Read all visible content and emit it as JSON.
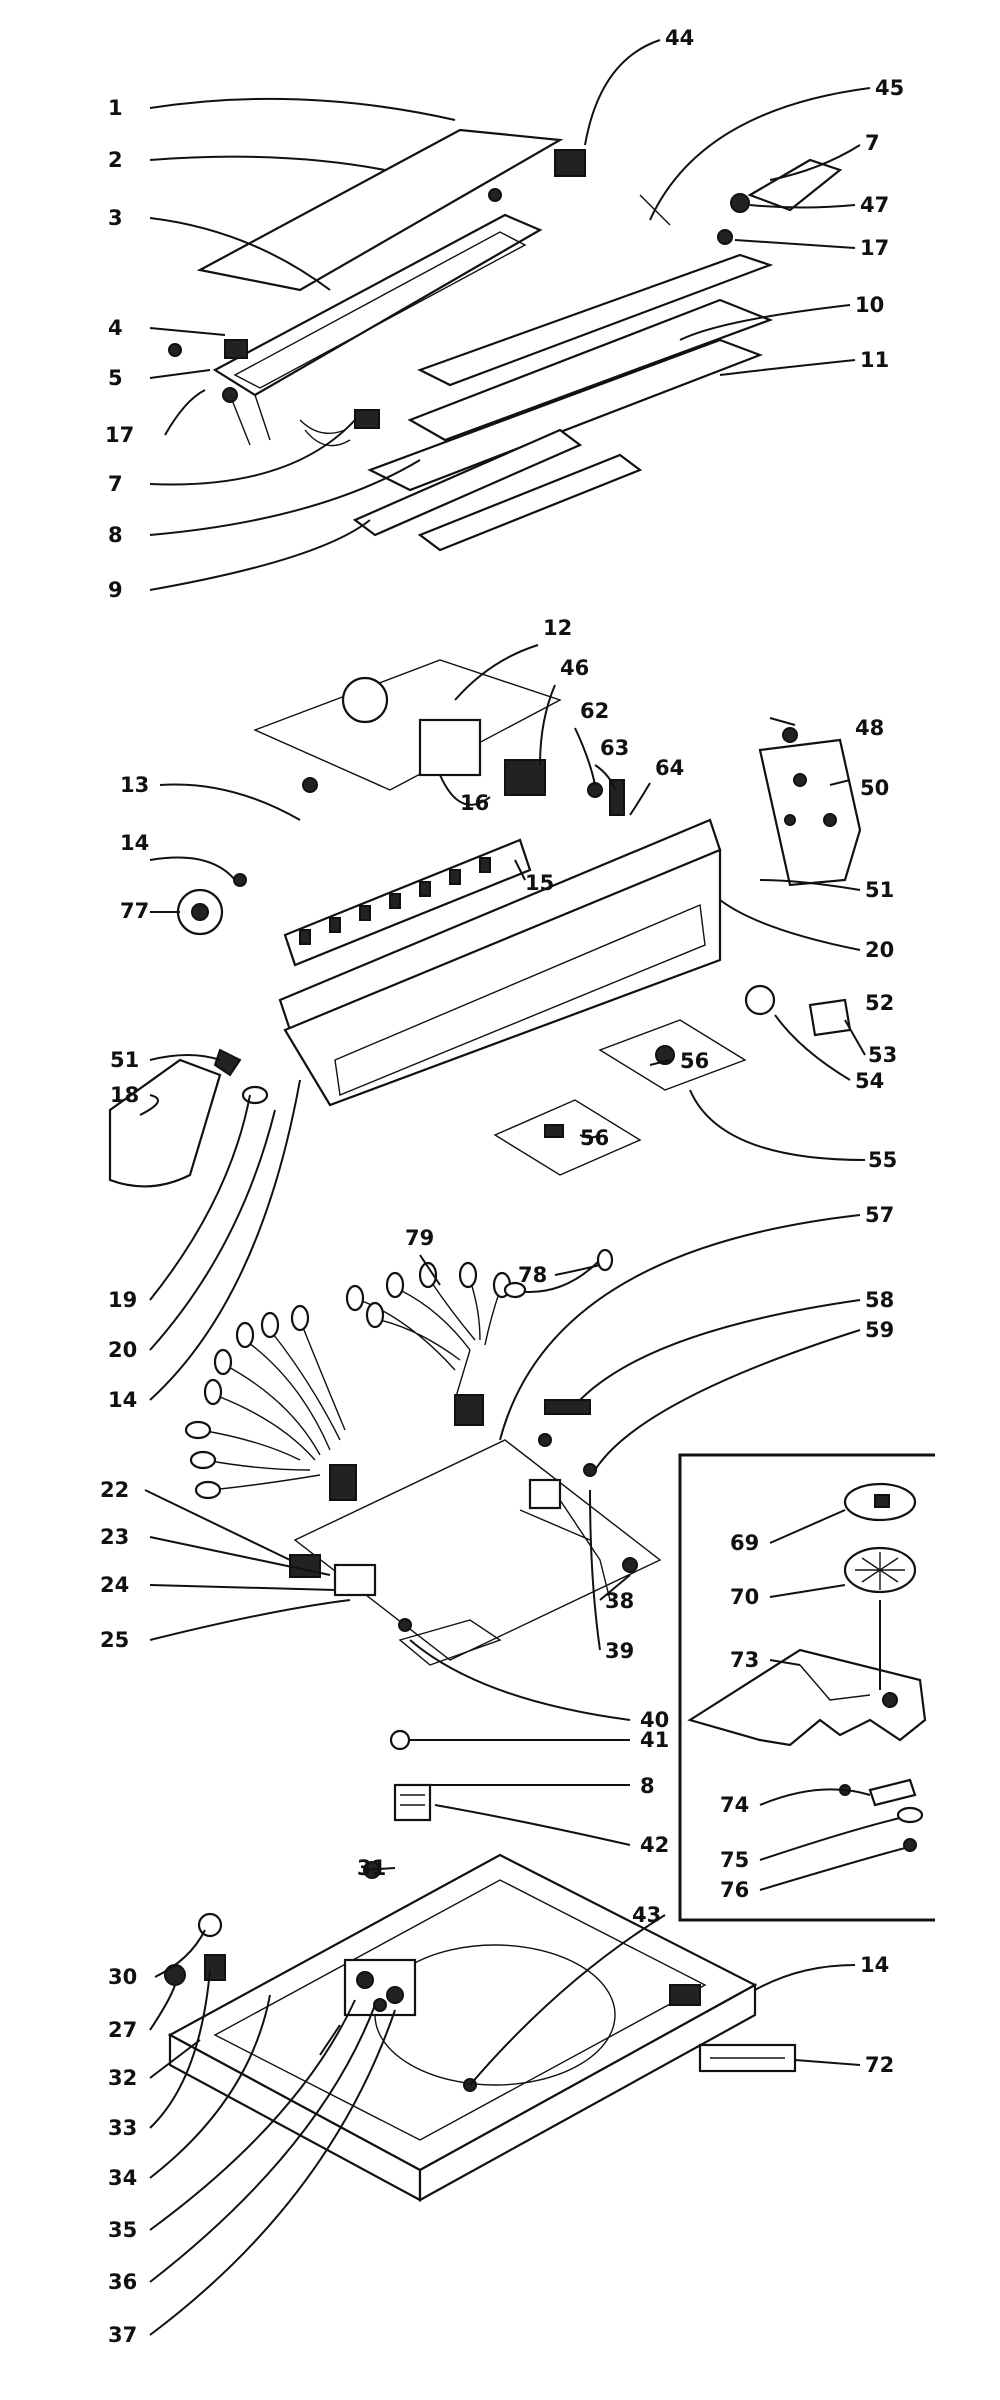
{
  "labels": [
    {
      "id": "l1",
      "text": "1"
    },
    {
      "id": "l2",
      "text": "2"
    },
    {
      "id": "l3",
      "text": "3"
    },
    {
      "id": "l4",
      "text": "4"
    },
    {
      "id": "l5",
      "text": "5"
    },
    {
      "id": "l17a",
      "text": "17"
    },
    {
      "id": "l7a",
      "text": "7"
    },
    {
      "id": "l8a",
      "text": "8"
    },
    {
      "id": "l9",
      "text": "9"
    },
    {
      "id": "l44",
      "text": "44"
    },
    {
      "id": "l45",
      "text": "45"
    },
    {
      "id": "l7b",
      "text": "7"
    },
    {
      "id": "l47",
      "text": "47"
    },
    {
      "id": "l17b",
      "text": "17"
    },
    {
      "id": "l10",
      "text": "10"
    },
    {
      "id": "l11",
      "text": "11"
    },
    {
      "id": "l12",
      "text": "12"
    },
    {
      "id": "l46",
      "text": "46"
    },
    {
      "id": "l62",
      "text": "62"
    },
    {
      "id": "l63",
      "text": "63"
    },
    {
      "id": "l48",
      "text": "48"
    },
    {
      "id": "l64",
      "text": "64"
    },
    {
      "id": "l50",
      "text": "50"
    },
    {
      "id": "l13",
      "text": "13"
    },
    {
      "id": "l14a",
      "text": "14"
    },
    {
      "id": "l77",
      "text": "77"
    },
    {
      "id": "l16",
      "text": "16"
    },
    {
      "id": "l15",
      "text": "15"
    },
    {
      "id": "l51a",
      "text": "51"
    },
    {
      "id": "l20a",
      "text": "20"
    },
    {
      "id": "l52",
      "text": "52"
    },
    {
      "id": "l51b",
      "text": "51"
    },
    {
      "id": "l18",
      "text": "18"
    },
    {
      "id": "l53",
      "text": "53"
    },
    {
      "id": "l54",
      "text": "54"
    },
    {
      "id": "l56a",
      "text": "56"
    },
    {
      "id": "l55",
      "text": "55"
    },
    {
      "id": "l56b",
      "text": "56"
    },
    {
      "id": "l19",
      "text": "19"
    },
    {
      "id": "l20b",
      "text": "20"
    },
    {
      "id": "l14b",
      "text": "14"
    },
    {
      "id": "l79",
      "text": "79"
    },
    {
      "id": "l78",
      "text": "78"
    },
    {
      "id": "l57",
      "text": "57"
    },
    {
      "id": "l58",
      "text": "58"
    },
    {
      "id": "l59",
      "text": "59"
    },
    {
      "id": "l22",
      "text": "22"
    },
    {
      "id": "l23",
      "text": "23"
    },
    {
      "id": "l24",
      "text": "24"
    },
    {
      "id": "l25",
      "text": "25"
    },
    {
      "id": "l38",
      "text": "38"
    },
    {
      "id": "l39",
      "text": "39"
    },
    {
      "id": "l40",
      "text": "40"
    },
    {
      "id": "l41",
      "text": "41"
    },
    {
      "id": "l8b",
      "text": "8"
    },
    {
      "id": "l42",
      "text": "42"
    },
    {
      "id": "l69",
      "text": "69"
    },
    {
      "id": "l70",
      "text": "70"
    },
    {
      "id": "l73",
      "text": "73"
    },
    {
      "id": "l74",
      "text": "74"
    },
    {
      "id": "l75",
      "text": "75"
    },
    {
      "id": "l76",
      "text": "76"
    },
    {
      "id": "l31",
      "text": "31"
    },
    {
      "id": "l43",
      "text": "43"
    },
    {
      "id": "l14c",
      "text": "14"
    },
    {
      "id": "l30",
      "text": "30"
    },
    {
      "id": "l27",
      "text": "27"
    },
    {
      "id": "l32",
      "text": "32"
    },
    {
      "id": "l33",
      "text": "33"
    },
    {
      "id": "l34",
      "text": "34"
    },
    {
      "id": "l35",
      "text": "35"
    },
    {
      "id": "l36",
      "text": "36"
    },
    {
      "id": "l37",
      "text": "37"
    },
    {
      "id": "l72",
      "text": "72"
    }
  ]
}
